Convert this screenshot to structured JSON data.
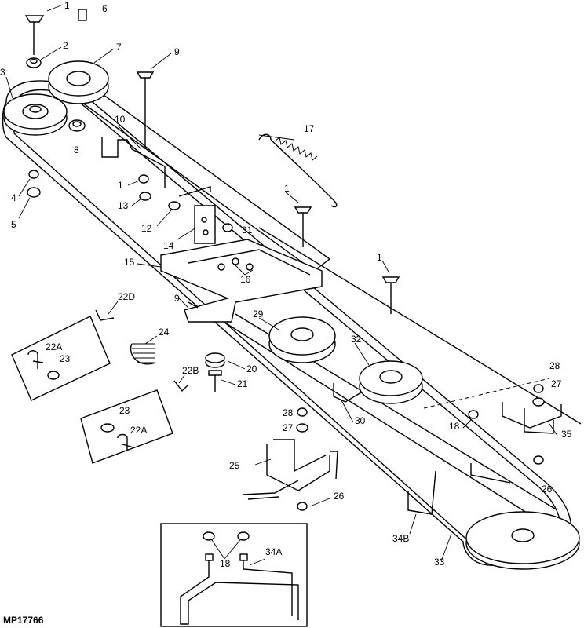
{
  "figure_code": "MP17766",
  "callouts": [
    {
      "id": "c1a",
      "text": "1"
    },
    {
      "id": "c6",
      "text": "6"
    },
    {
      "id": "c2",
      "text": "2"
    },
    {
      "id": "c7",
      "text": "7"
    },
    {
      "id": "c9a",
      "text": "9"
    },
    {
      "id": "c3",
      "text": "3"
    },
    {
      "id": "c8",
      "text": "8"
    },
    {
      "id": "c10",
      "text": "10"
    },
    {
      "id": "c1b",
      "text": "1"
    },
    {
      "id": "c13",
      "text": "13"
    },
    {
      "id": "c4",
      "text": "4"
    },
    {
      "id": "c5",
      "text": "5"
    },
    {
      "id": "c12",
      "text": "12"
    },
    {
      "id": "c14",
      "text": "14"
    },
    {
      "id": "c31",
      "text": "31"
    },
    {
      "id": "c17",
      "text": "17"
    },
    {
      "id": "c1c",
      "text": "1"
    },
    {
      "id": "c1d",
      "text": "1"
    },
    {
      "id": "c15",
      "text": "15"
    },
    {
      "id": "c16",
      "text": "16"
    },
    {
      "id": "c22D",
      "text": "22D"
    },
    {
      "id": "c9b",
      "text": "9"
    },
    {
      "id": "c29",
      "text": "29"
    },
    {
      "id": "c24",
      "text": "24"
    },
    {
      "id": "c32",
      "text": "32"
    },
    {
      "id": "c22Aa",
      "text": "22A"
    },
    {
      "id": "c23a",
      "text": "23"
    },
    {
      "id": "c20",
      "text": "20"
    },
    {
      "id": "c22B",
      "text": "22B"
    },
    {
      "id": "c21",
      "text": "21"
    },
    {
      "id": "c28a",
      "text": "28"
    },
    {
      "id": "c27a",
      "text": "27"
    },
    {
      "id": "c35",
      "text": "35"
    },
    {
      "id": "c28b",
      "text": "28"
    },
    {
      "id": "c27b",
      "text": "27"
    },
    {
      "id": "c30",
      "text": "30"
    },
    {
      "id": "c18a",
      "text": "18"
    },
    {
      "id": "c23b",
      "text": "23"
    },
    {
      "id": "c22Ab",
      "text": "22A"
    },
    {
      "id": "c25",
      "text": "25"
    },
    {
      "id": "c26a",
      "text": "26"
    },
    {
      "id": "c26b",
      "text": "26"
    },
    {
      "id": "c34B",
      "text": "34B"
    },
    {
      "id": "c33",
      "text": "33"
    },
    {
      "id": "c34A",
      "text": "34A"
    },
    {
      "id": "c18b",
      "text": "18"
    }
  ]
}
